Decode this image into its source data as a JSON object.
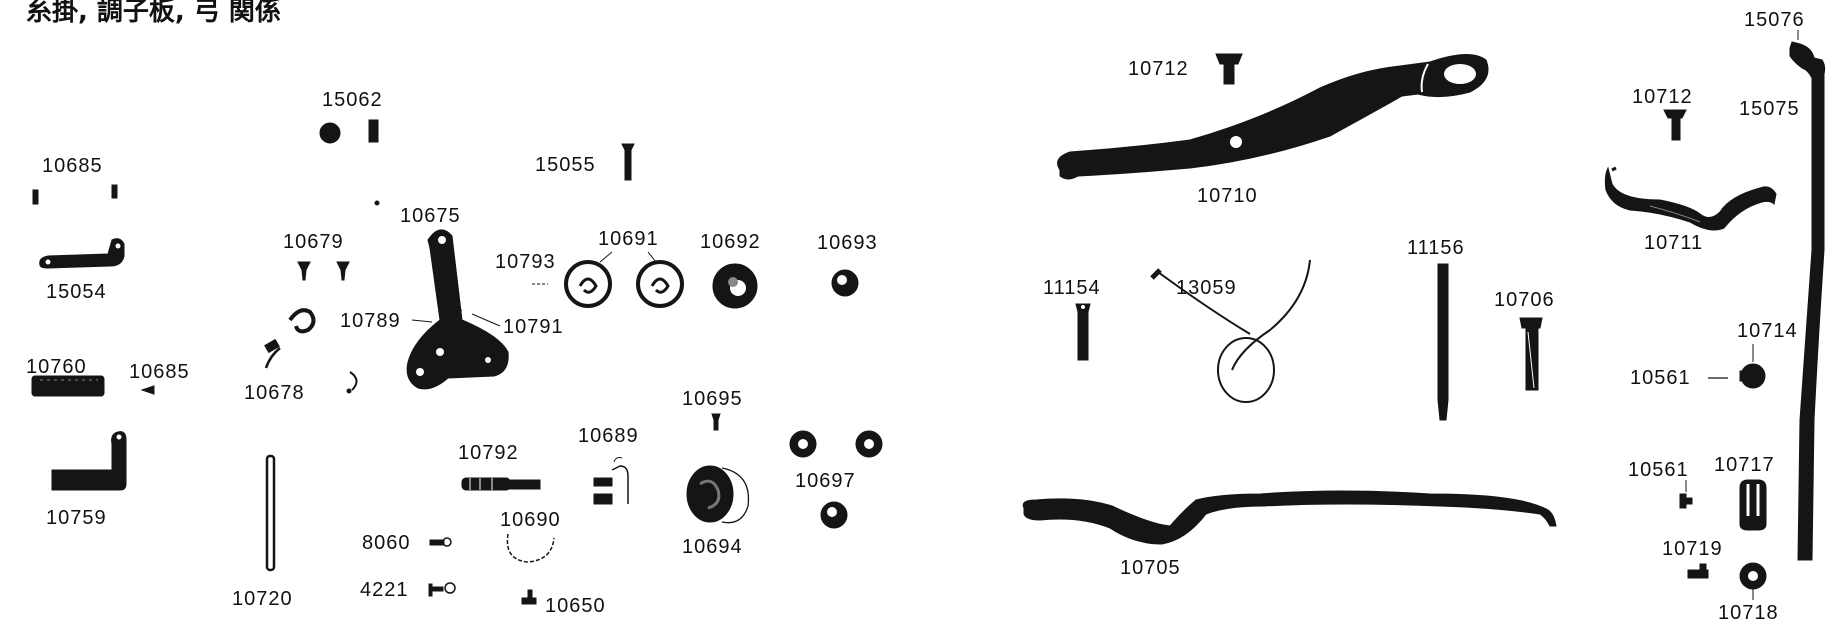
{
  "title": "糸掛, 調子板, 弓 関係",
  "parts": {
    "p15062": "15062",
    "p10685a": "10685",
    "p15054": "15054",
    "p10679": "10679",
    "p10675": "10675",
    "p15055": "15055",
    "p10793": "10793",
    "p10691": "10691",
    "p10692": "10692",
    "p10693": "10693",
    "p10789": "10789",
    "p10791": "10791",
    "p10678": "10678",
    "p10760": "10760",
    "p10685b": "10685",
    "p10759": "10759",
    "p10720": "10720",
    "p10792": "10792",
    "p10689": "10689",
    "p10695": "10695",
    "p10697": "10697",
    "p10690": "10690",
    "p8060": "8060",
    "p4221": "4221",
    "p10650": "10650",
    "p10694": "10694",
    "p10712a": "10712",
    "p10710": "10710",
    "p11154": "11154",
    "p13059": "13059",
    "p11156": "11156",
    "p10706": "10706",
    "p10705": "10705",
    "p15076": "15076",
    "p10712b": "10712",
    "p15075": "15075",
    "p10711": "10711",
    "p10714": "10714",
    "p10561a": "10561",
    "p10561b": "10561",
    "p10717": "10717",
    "p10719": "10719",
    "p10718": "10718"
  }
}
